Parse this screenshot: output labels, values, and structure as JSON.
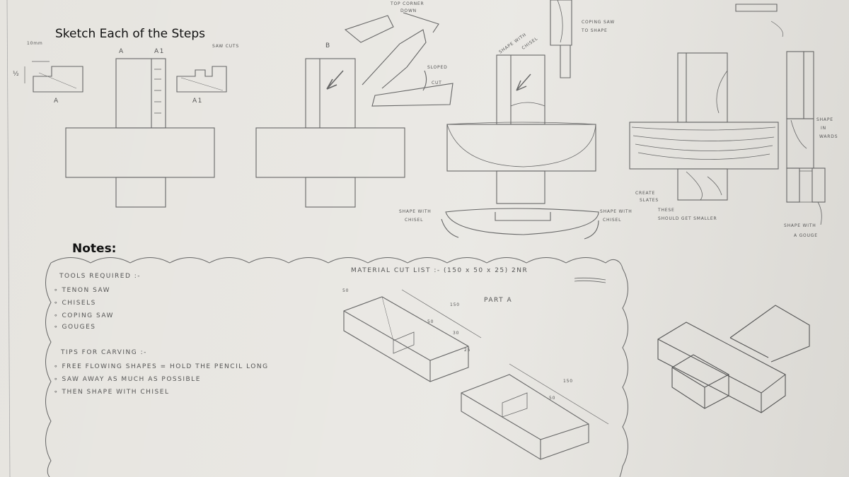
{
  "title": "Sketch Each of the Steps",
  "notes_heading": "Notes:",
  "step1_labels": {
    "dim_top": "10mm",
    "dim_side": "½",
    "profile_a": "A",
    "profile_a1": "A1",
    "col_a": "A",
    "col_a1": "A1",
    "saw_cuts": "SAW CUTS"
  },
  "step2_labels": {
    "b": "B",
    "top_corner": "TOP CORNER",
    "down": "DOWN",
    "sloped": "SLOPED",
    "cut": "CUT"
  },
  "step3_labels": {
    "shape_with": "SHAPE WITH",
    "chisel": "CHISEL",
    "shape_with_left": "SHAPE WITH",
    "chisel_left": "CHISEL",
    "shape_with_right": "SHAPE WITH",
    "chisel_right": "CHISEL"
  },
  "step4_labels": {
    "coping_saw": "COPING SAW",
    "to_shape": "TO SHAPE",
    "create": "CREATE",
    "slates": "SLATES",
    "these": "THESE",
    "should": "SHOULD GET SMALLER"
  },
  "step5_labels": {
    "shape": "SHAPE",
    "in": "IN",
    "wards": "WARDS",
    "shape_with_gouge": "SHAPE WITH",
    "a_gouge": "A GOUGE"
  },
  "notes": {
    "tools_heading": "TOOLS REQUIRED :-",
    "tools": [
      "TENON SAW",
      "CHISELS",
      "COPING SAW",
      "GOUGES"
    ],
    "tips_heading": "TIPS FOR CARVING :-",
    "tips": [
      "FREE FLOWING SHAPES = HOLD THE PENCIL LONG",
      "SAW AWAY AS MUCH AS POSSIBLE",
      "THEN SHAPE WITH CHISEL"
    ],
    "cut_list": "MATERIAL CUT LIST :- (150 x 50 x 25) 2NR",
    "part": "PART A",
    "dims": {
      "d50a": "50",
      "d150a": "150",
      "d50b": "50",
      "d30": "30",
      "d25": "25",
      "d150b": "150",
      "d50c": "50"
    }
  }
}
